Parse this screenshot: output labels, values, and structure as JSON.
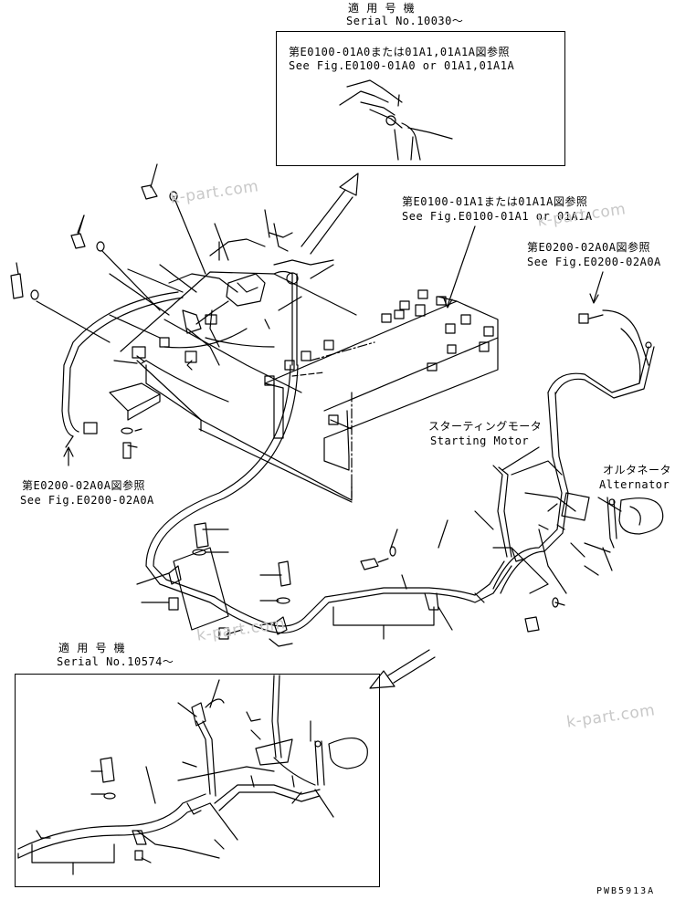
{
  "inset_top": {
    "applicable_jp": "適 用 号 機",
    "serial": "Serial No.10030～",
    "ref_jp": "第E0100-01A0または01A1,01A1A図参照",
    "ref_en": "See Fig.E0100-01A0 or 01A1,01A1A"
  },
  "callouts": {
    "ref1_jp": "第E0100-01A1または01A1A図参照",
    "ref1_en": "See Fig.E0100-01A1 or 01A1A",
    "ref2_jp": "第E0200-02A0A図参照",
    "ref2_en": "See Fig.E0200-02A0A",
    "ref3_jp": "第E0200-02A0A図参照",
    "ref3_en": "See Fig.E0200-02A0A",
    "starting_jp": "スターティングモータ",
    "starting_en": "Starting Motor",
    "alternator_jp": "オルタネータ",
    "alternator_en": "Alternator"
  },
  "inset_bottom": {
    "applicable_jp": "適 用 号 機",
    "serial": "Serial No.10574～"
  },
  "watermark": "k-part.com",
  "drawing_code": "PWB5913A"
}
